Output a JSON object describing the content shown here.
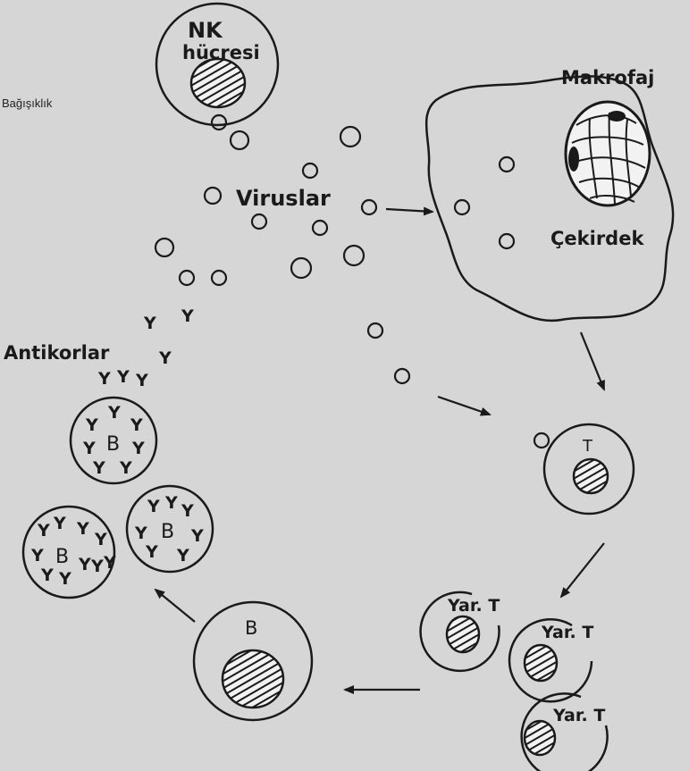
{
  "header": {
    "caption": "Bağışıklık"
  },
  "labels": {
    "nk": "NK",
    "nk_cell": "hücresi",
    "macrophage": "Makrofaj",
    "nucleus": "Çekirdek",
    "viruses": "Viruslar",
    "antibodies": "Antikorlar",
    "t_cell": "T",
    "b_cell": "B",
    "helper_t": "Yar. T",
    "antibody_glyph": "Y"
  },
  "colors": {
    "background": "#d6d6d6",
    "ink": "#1a1a1a"
  }
}
